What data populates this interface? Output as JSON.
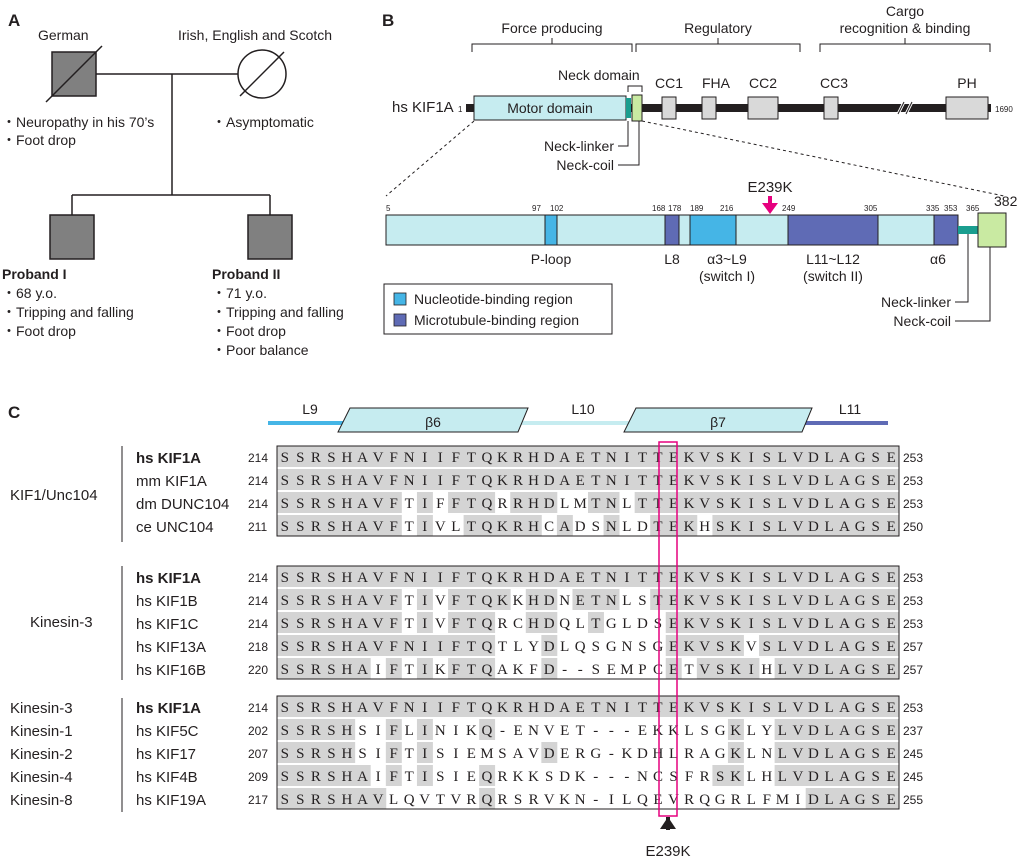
{
  "panel_labels": {
    "a": "A",
    "b": "B",
    "c": "C"
  },
  "pedigree": {
    "father_label": "German",
    "mother_label": "Irish, English and Scotch",
    "father_notes": [
      "・Neuropathy in his 70’s",
      "・Foot drop"
    ],
    "mother_notes": [
      "・Asymptomatic"
    ],
    "proband1_title": "Proband I",
    "proband1_notes": [
      "・68 y.o.",
      "・Tripping and falling",
      "・Foot drop"
    ],
    "proband2_title": "Proband II",
    "proband2_notes": [
      "・71 y.o.",
      "・Tripping and falling",
      "・Foot drop",
      "・Poor balance"
    ]
  },
  "domain_map": {
    "group_force": "Force producing",
    "group_regulatory": "Regulatory",
    "group_cargo_1": "Cargo",
    "group_cargo_2": "recognition & binding",
    "neck_domain": "Neck domain",
    "protein": "hs KIF1A",
    "start": "1",
    "end": "1690",
    "motor_domain": "Motor domain",
    "domains": [
      "CC1",
      "FHA",
      "CC2",
      "CC3",
      "PH"
    ],
    "neck_linker": "Neck-linker",
    "neck_coil": "Neck-coil"
  },
  "motor_detail": {
    "mutation": "E239K",
    "positions": [
      "5",
      "97",
      "102",
      "168",
      "178",
      "189",
      "216",
      "249",
      "305",
      "335",
      "353",
      "365",
      "382"
    ],
    "region_labels": {
      "ploop": "P-loop",
      "l8": "L8",
      "a3l9_1": "α3~L9",
      "a3l9_2": "(switch I)",
      "l11l12_1": "L11~L12",
      "l11l12_2": "(switch II)",
      "a6": "α6"
    },
    "legend": [
      "Nucleotide-binding region",
      "Microtubule-binding region"
    ],
    "neck_linker": "Neck-linker",
    "neck_coil": "Neck-coil",
    "colors": {
      "motor": "#c6ecf0",
      "nucleotide": "#45b5e6",
      "microtubule": "#5f6bb5",
      "neck_linker": "#1a9e8f",
      "neck_coil": "#c9eaa2",
      "mutation": "#e6007e"
    }
  },
  "alignment": {
    "structure": [
      "L9",
      "β6",
      "L10",
      "β7",
      "L11"
    ],
    "mutation": "E239K",
    "groups": [
      {
        "label": "KIF1/Unc104",
        "rows": [
          {
            "name": "hs KIF1A",
            "bold": true,
            "start": "214",
            "seq": "SSRSHAVFNIIFTQKRHDAETNITTEKVSKISLVDLAGSE",
            "end": "253"
          },
          {
            "name": "mm KIF1A",
            "bold": false,
            "start": "214",
            "seq": "SSRSHAVFNIIFTQKRHDAETNITTEKVSKISLVDLAGSE",
            "end": "253"
          },
          {
            "name": "dm DUNC104",
            "bold": false,
            "start": "214",
            "seq": "SSRSHAVFTIFFTQRRHDLMTNLTTEKVSKISLVDLAGSE",
            "end": "253"
          },
          {
            "name": "ce UNC104",
            "bold": false,
            "start": "211",
            "seq": "SSRSHAVFTIVLTQKRHCADSNLDTEKHSKISLVDLAGSE",
            "end": "250"
          }
        ]
      },
      {
        "label": "Kinesin-3",
        "rows": [
          {
            "name": "hs KIF1A",
            "bold": true,
            "start": "214",
            "seq": "SSRSHAVFNIIFTQKRHDAETNITTEKVSKISLVDLAGSE",
            "end": "253"
          },
          {
            "name": "hs KIF1B",
            "bold": false,
            "start": "214",
            "seq": "SSRSHAVFTIVFTQKKHDNETNLSTEKVSKISLVDLAGSE",
            "end": "253"
          },
          {
            "name": "hs KIF1C",
            "bold": false,
            "start": "214",
            "seq": "SSRSHAVFTIVFTQRCHDQLTGLDSEKVSKISLVDLAGSE",
            "end": "253"
          },
          {
            "name": "hs KIF13A",
            "bold": false,
            "start": "218",
            "seq": "SSRSHAVFNIIFTQTLYDLQSGNSGEKVSKVSLVDLAGSE",
            "end": "257"
          },
          {
            "name": "hs KIF16B",
            "bold": false,
            "start": "220",
            "seq": "SSRSHAIFTIKFTQAKFD--SEMPCETVSKIHLVDLAGSE",
            "end": "257"
          }
        ]
      },
      {
        "label": "",
        "rows": [
          {
            "family": "Kinesin-3",
            "name": "hs KIF1A",
            "bold": true,
            "start": "214",
            "seq": "SSRSHAVFNIIFTQKRHDAETNITTEKVSKISLVDLAGSE",
            "end": "253"
          },
          {
            "family": "Kinesin-1",
            "name": "hs KIF5C",
            "bold": false,
            "start": "202",
            "seq": "SSRSHSIFLINIKQ-ENVET---EKKLSGKLYLVDLAGSE",
            "end": "237"
          },
          {
            "family": "Kinesin-2",
            "name": "hs KIF17",
            "bold": false,
            "start": "207",
            "seq": "SSRSHSIFTISIEMSAVDERG-KDHLRAGKLNLVDLAGSE",
            "end": "245"
          },
          {
            "family": "Kinesin-4",
            "name": "hs KIF4B",
            "bold": false,
            "start": "209",
            "seq": "SSRSHAIFTISIEQRKKSDK---NCSFRSKLHLVDLAGSE",
            "end": "245"
          },
          {
            "family": "Kinesin-8",
            "name": "hs KIF19A",
            "bold": false,
            "start": "217",
            "seq": "SSRSHAVLQVTVRQRSRVKN-ILQEVRQGRLFMIDLAGSE",
            "end": "255"
          }
        ]
      }
    ]
  }
}
